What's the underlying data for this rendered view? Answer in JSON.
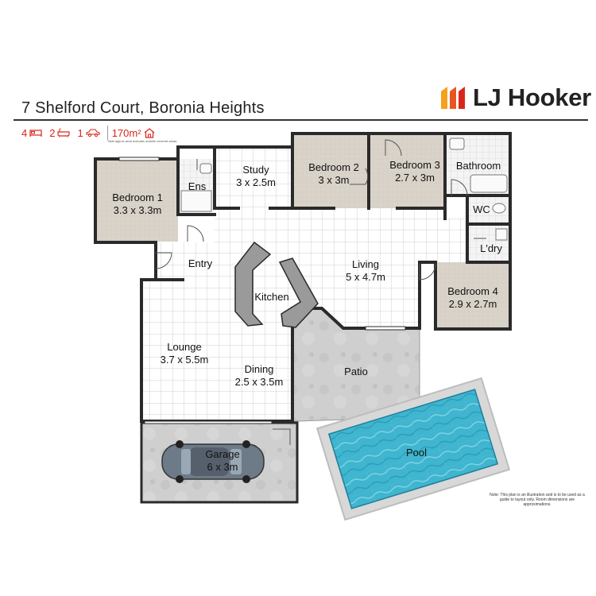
{
  "header": {
    "address": "7 Shelford Court, Boronia Heights",
    "brand_name": "LJ Hooker",
    "brand_colors": [
      "#f5a11b",
      "#e8561f",
      "#d9261c"
    ],
    "accent_color": "#d9261c"
  },
  "stats": {
    "bedrooms": "4",
    "bedrooms_icon": "bed-icon",
    "bathrooms": "2",
    "bathrooms_icon": "bath-icon",
    "car_spaces": "1",
    "car_spaces_icon": "car-icon",
    "area": "170m²",
    "area_icon": "house-icon",
    "area_note": "Total approx area Includes outside covered areas"
  },
  "rooms": [
    {
      "id": "bedroom1",
      "name": "Bedroom 1",
      "dims": "3.3 x 3.3m"
    },
    {
      "id": "ensuite",
      "name": "Ens",
      "dims": ""
    },
    {
      "id": "study",
      "name": "Study",
      "dims": "3 x 2.5m"
    },
    {
      "id": "bedroom2",
      "name": "Bedroom 2",
      "dims": "3 x 3m"
    },
    {
      "id": "bedroom3",
      "name": "Bedroom 3",
      "dims": "2.7 x 3m"
    },
    {
      "id": "bathroom",
      "name": "Bathroom",
      "dims": ""
    },
    {
      "id": "wc",
      "name": "WC",
      "dims": ""
    },
    {
      "id": "laundry",
      "name": "L'dry",
      "dims": ""
    },
    {
      "id": "entry",
      "name": "Entry",
      "dims": ""
    },
    {
      "id": "living",
      "name": "Living",
      "dims": "5 x 4.7m"
    },
    {
      "id": "kitchen",
      "name": "Kitchen",
      "dims": ""
    },
    {
      "id": "bedroom4",
      "name": "Bedroom 4",
      "dims": "2.9 x 2.7m"
    },
    {
      "id": "lounge",
      "name": "Lounge",
      "dims": "3.7 x 5.5m"
    },
    {
      "id": "dining",
      "name": "Dining",
      "dims": "2.5 x 3.5m"
    },
    {
      "id": "patio",
      "name": "Patio",
      "dims": ""
    },
    {
      "id": "pool",
      "name": "Pool",
      "dims": ""
    },
    {
      "id": "garage",
      "name": "Garage",
      "dims": "6 x 3m"
    }
  ],
  "colors": {
    "carpet": "#d8d2c8",
    "tile_floor": "#ffffff",
    "grid_line": "#bdbdbd",
    "wall": "#2a2a2a",
    "concrete": "#cfcfcf",
    "pool_water": "#3fb5cf"
  },
  "disclaimer": "Note: This plan is an illustration and is to be used as a guide to layout only. Room dimensions are approximations."
}
